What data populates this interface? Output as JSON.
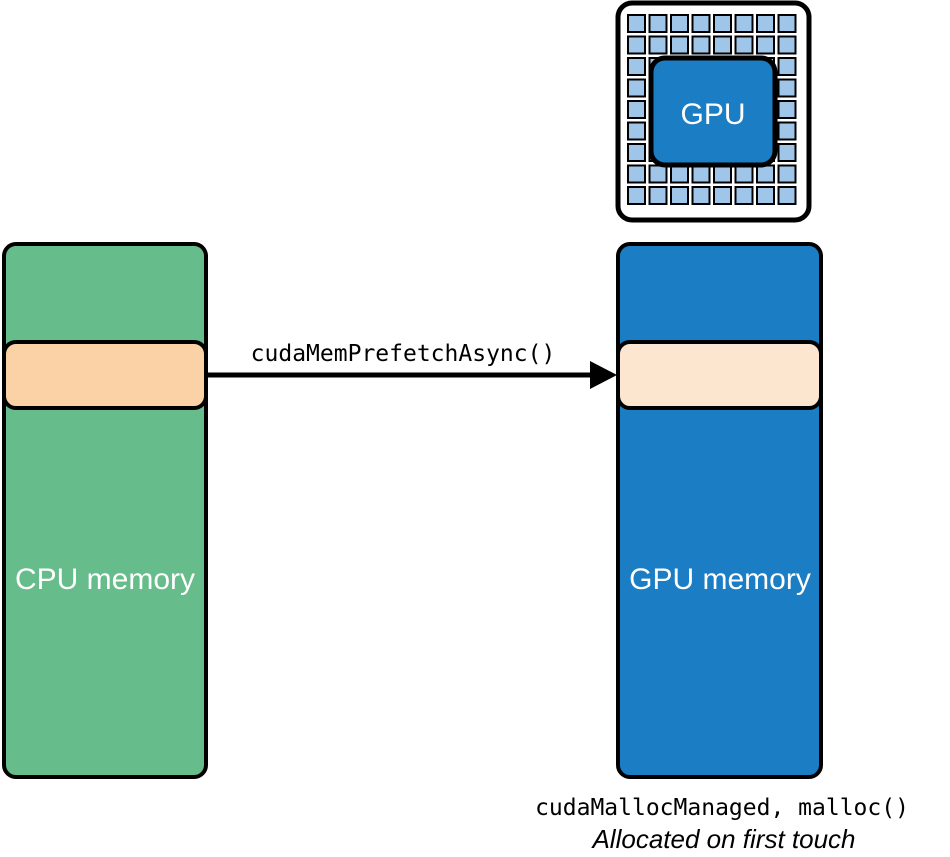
{
  "gpu_chip": {
    "label": "GPU"
  },
  "cpu_memory": {
    "label": "CPU memory"
  },
  "gpu_memory": {
    "label": "GPU memory"
  },
  "transfer_arrow": {
    "label": "cudaMemPrefetchAsync()"
  },
  "allocation_note": {
    "api_label": "cudaMallocManaged, malloc()",
    "caption": "Allocated on first touch"
  },
  "colors": {
    "cpu_memory_fill": "#66BC8A",
    "cpu_page_fill": "#FBD2A5",
    "gpu_memory_fill": "#1B7DC4",
    "gpu_page_fill": "#FCE6CF",
    "chip_cell_fill": "#9FC6E8",
    "chip_core_fill": "#1B7DC4",
    "outline": "#000000",
    "text_light": "#FFFFFF",
    "text_dark": "#000000"
  }
}
